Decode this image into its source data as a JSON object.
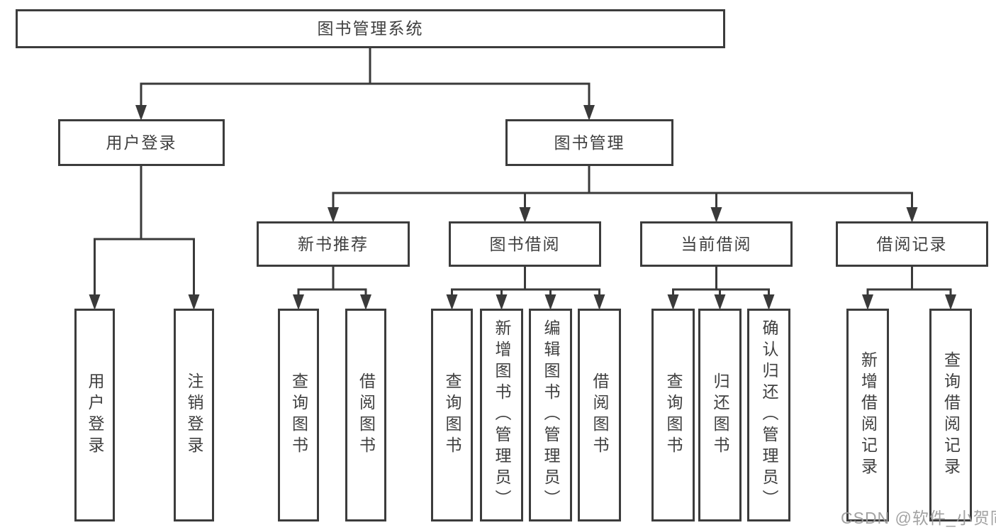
{
  "tree": {
    "label": "图书管理系统",
    "children": [
      {
        "label": "用户登录",
        "children": [
          {
            "label": "用户登录"
          },
          {
            "label": "注销登录"
          }
        ]
      },
      {
        "label": "图书管理",
        "children": [
          {
            "label": "新书推荐",
            "children": [
              {
                "label": "查询图书"
              },
              {
                "label": "借阅图书"
              }
            ]
          },
          {
            "label": "图书借阅",
            "children": [
              {
                "label": "查询图书"
              },
              {
                "label": "新增图书（管理员）"
              },
              {
                "label": "编辑图书（管理员）"
              },
              {
                "label": "借阅图书"
              }
            ]
          },
          {
            "label": "当前借阅",
            "children": [
              {
                "label": "查询图书"
              },
              {
                "label": "归还图书"
              },
              {
                "label": "确认归还（管理员）"
              }
            ]
          },
          {
            "label": "借阅记录",
            "children": [
              {
                "label": "新增借阅记录"
              },
              {
                "label": "查询借阅记录"
              }
            ]
          }
        ]
      }
    ]
  },
  "watermark": {
    "text": "CSDN @软件_小贺同学"
  },
  "colors": {
    "line": "#3a3a3a",
    "box_border": "#3c3c3c",
    "box_background": "#ffffff",
    "text": "#3f3f3f",
    "watermark": "#9a9a9a"
  }
}
